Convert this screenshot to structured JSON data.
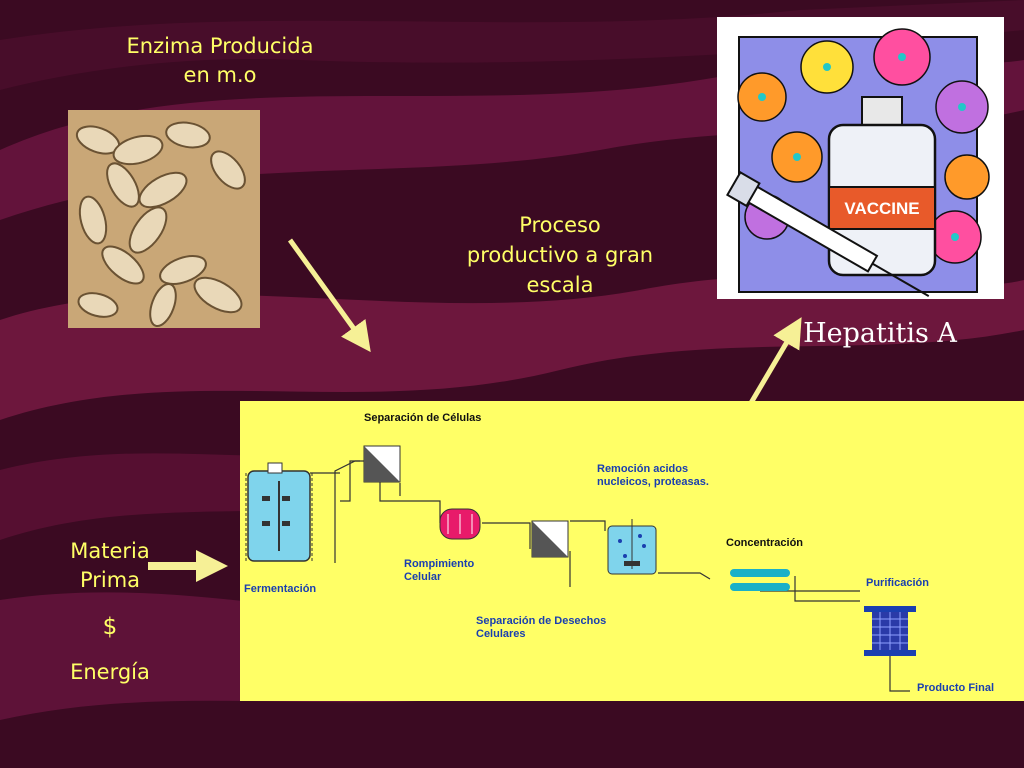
{
  "titles": {
    "enzima_line1": "Enzima Producida",
    "enzima_line2": "en m.o",
    "proceso_line1": "Proceso",
    "proceso_line2": "productivo a gran",
    "proceso_line3": "escala"
  },
  "inputs": {
    "materia_line1": "Materia",
    "materia_line2": "Prima",
    "dollar": "$",
    "energia": "Energía"
  },
  "product": {
    "hepatitis": "Hepatitis A",
    "vaccine_label": "VACCINE"
  },
  "process": {
    "separacion_celulas": "Separación de Células",
    "remocion_line1": "Remoción acidos",
    "remocion_line2": "nucleicos, proteasas.",
    "concentracion": "Concentración",
    "rompimiento_line1": "Rompimiento",
    "rompimiento_line2": "Celular",
    "fermentacion": "Fermentación",
    "purificacion": "Purificación",
    "separacion_desechos_line1": "Separación de Desechos",
    "separacion_desechos_line2": "Celulares",
    "producto_final": "Producto Final"
  },
  "colors": {
    "text_yellow": "#ffff66",
    "flow_background": "#ffff66",
    "background_dark": "#3b0a22",
    "background_wave": "#7a1a45",
    "arrow": "#f6f096"
  }
}
